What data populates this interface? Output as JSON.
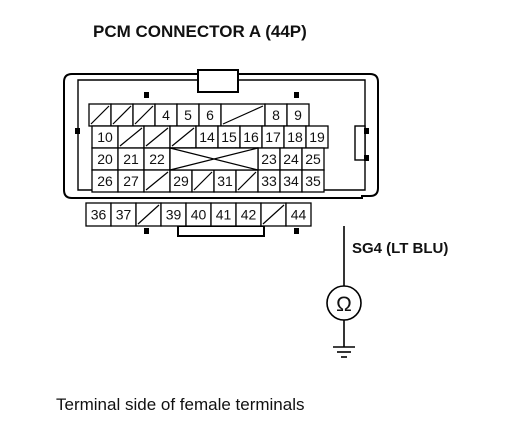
{
  "connector_title": "PCM CONNECTOR A (44P)",
  "rows": [
    [
      "",
      "",
      "",
      "4",
      "5",
      "6",
      "",
      "8",
      "9"
    ],
    [
      "10",
      "",
      "",
      "",
      "14",
      "15",
      "16",
      "17",
      "18",
      "19"
    ],
    [
      "20",
      "21",
      "22",
      "",
      "",
      "",
      "",
      "23",
      "24",
      "25"
    ],
    [
      "26",
      "27",
      "",
      "29",
      "",
      "31",
      "",
      "33",
      "34",
      "35"
    ],
    [
      "36",
      "37",
      "",
      "39",
      "40",
      "41",
      "42",
      "",
      "44"
    ]
  ],
  "probe_terminal": "44",
  "signal_label": "SG4 (LT BLU)",
  "meter_symbol": "Ω",
  "caption": "Terminal side of female terminals"
}
